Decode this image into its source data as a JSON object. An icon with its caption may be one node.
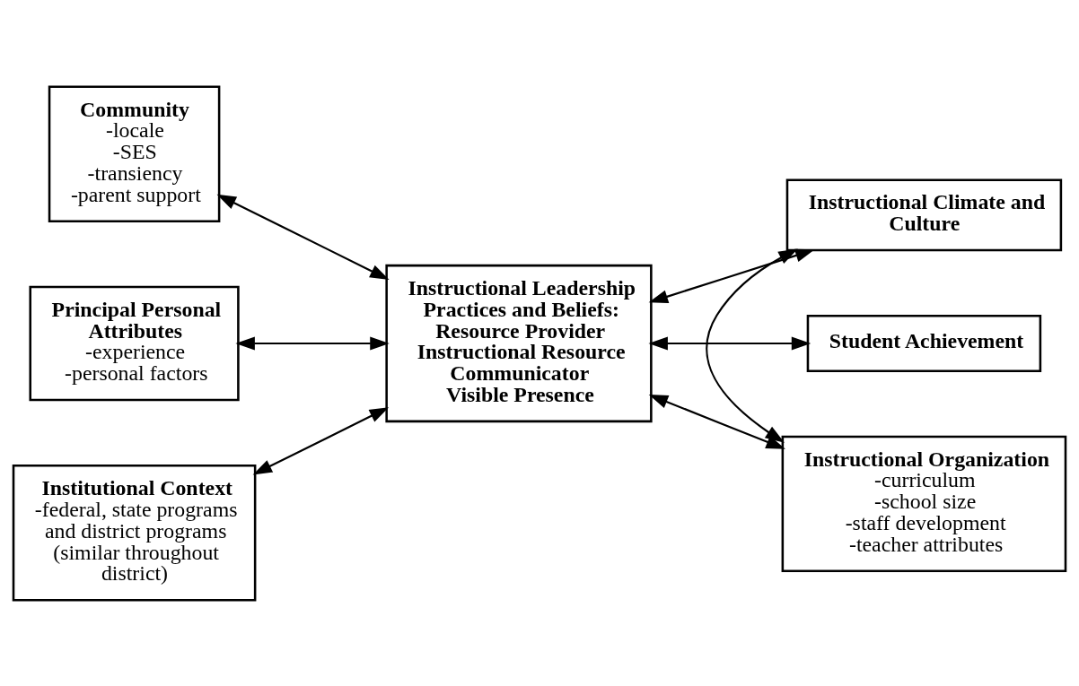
{
  "diagram": {
    "nodes": [
      {
        "text": [
          "Community",
          "-locale",
          "-SES",
          "-transiency",
          "-parent support"
        ]
      },
      {
        "text": [
          "Instructional Climate and Culture"
        ]
      },
      {
        "text": [
          "Principal Personal Attributes",
          "-experience",
          "-personal factors"
        ]
      },
      {
        "text": [
          "Instructional Leadership Practices and Beliefs:",
          "Resource Provider",
          "Instructional Resource",
          "Communicator",
          "Visible Presence"
        ]
      },
      {
        "text": [
          "Student Achievement"
        ]
      },
      {
        "text": [
          "Institutional Context",
          "-federal, state programs and district programs (similar throughout district)"
        ]
      },
      {
        "text": [
          "Instructional Organization",
          "-curriculum",
          "-school size",
          "-staff development",
          "-teacher attributes"
        ]
      }
    ],
    "edges": [
      {
        "from": 0,
        "to": 3,
        "arrow": "both"
      },
      {
        "from": 3,
        "to": 1,
        "arrow": "both"
      },
      {
        "from": 2,
        "to": 3,
        "arrow": "both"
      },
      {
        "from": 3,
        "to": 4,
        "arrow": "both"
      },
      {
        "from": 1,
        "to": 6,
        "arrow": "both"
      },
      {
        "from": 5,
        "to": 3,
        "arrow": "both"
      },
      {
        "from": 3,
        "to": 6,
        "arrow": "both"
      }
    ]
  }
}
